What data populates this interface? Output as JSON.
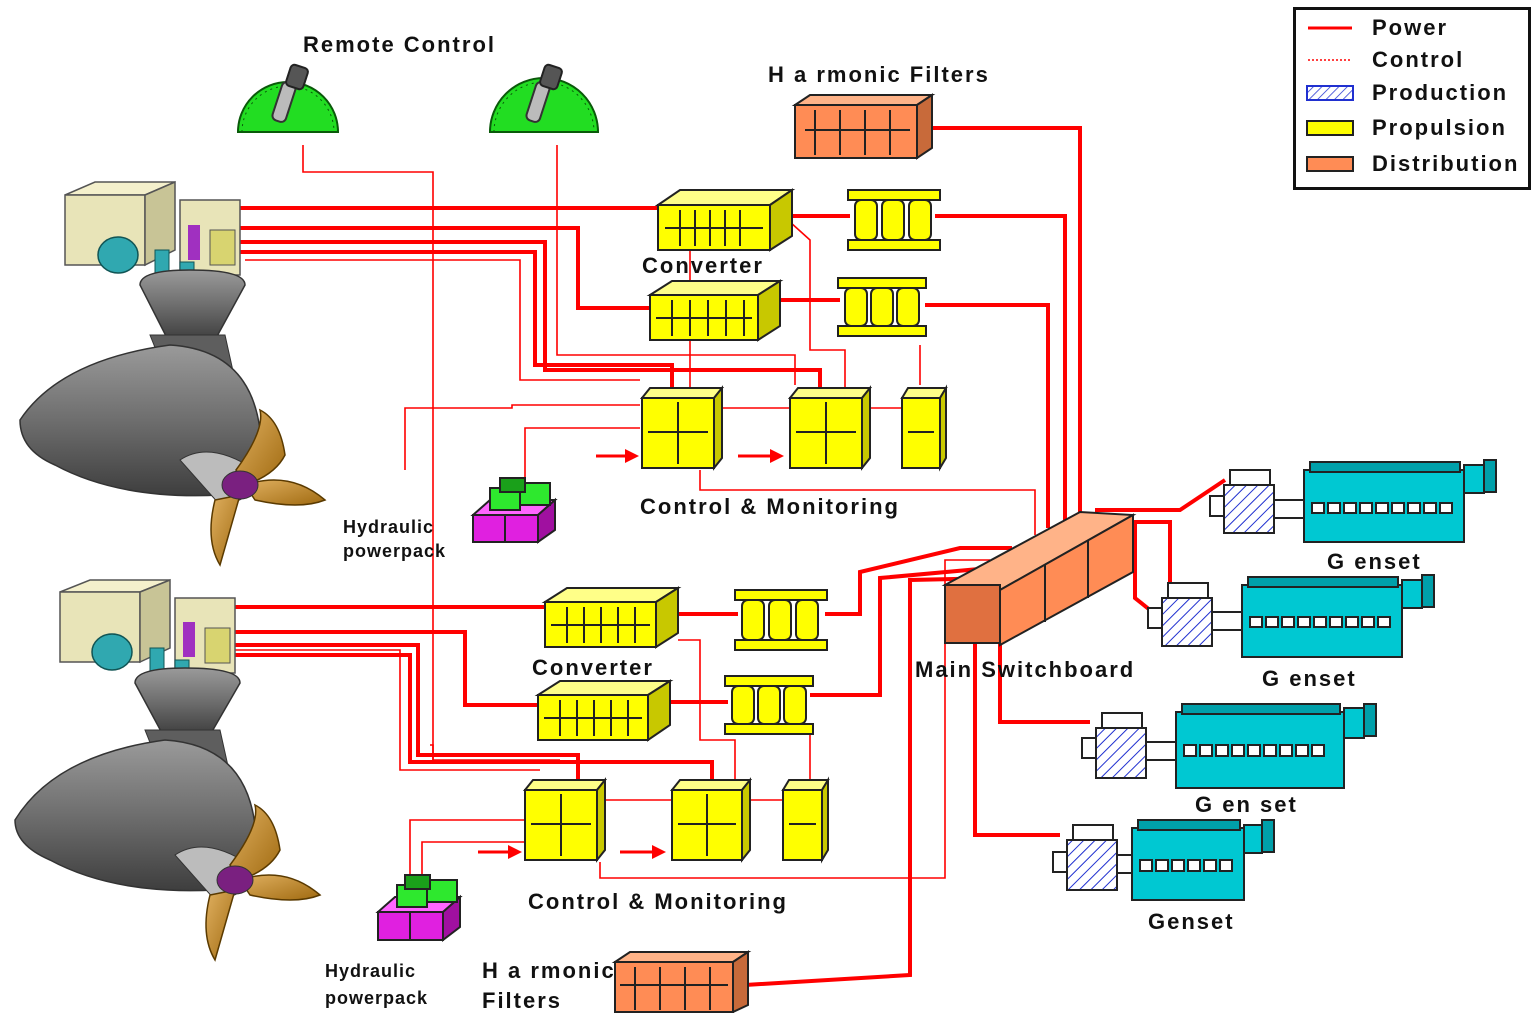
{
  "labels": {
    "remote_control": "Remote Control",
    "harmonic_filters_top": "H a rmonic Filters",
    "converter_1": "Converter",
    "converter_2": "Converter",
    "control_monitoring_1": "Control & Monitoring",
    "control_monitoring_2": "Control & Monitoring",
    "hydraulic_powerpack_1": "Hydraulic\npowerpack",
    "hydraulic_powerpack_2": "Hydraulic\npowerpack",
    "harmonic_filters_bottom": "H a rmonic\nFilters",
    "main_switchboard": "Main Switchboard",
    "genset_1": "G enset",
    "genset_2": "G enset",
    "genset_3": "G en set",
    "genset_4": "Genset"
  },
  "legend": {
    "items": [
      {
        "label": "Power",
        "kind": "solid-line",
        "color": "#ff0000"
      },
      {
        "label": "Control",
        "kind": "dotted-line",
        "color": "#ff0000"
      },
      {
        "label": "Production",
        "kind": "hatched-box",
        "color": "#2030d0"
      },
      {
        "label": "Propulsion",
        "kind": "filled-box",
        "color": "#ffff00"
      },
      {
        "label": "Distribution",
        "kind": "filled-box",
        "color": "#ff8c55"
      }
    ]
  },
  "colors": {
    "power": "#ff0000",
    "control": "#ff0000",
    "propulsion": "#ffff00",
    "distribution": "#ff8c55",
    "production": "#2030d0",
    "genset_body": "#00c8d2",
    "hydraulic_top": "#2ee82e",
    "hydraulic_bottom": "#e020e0",
    "remote_control": "#22dd22"
  }
}
